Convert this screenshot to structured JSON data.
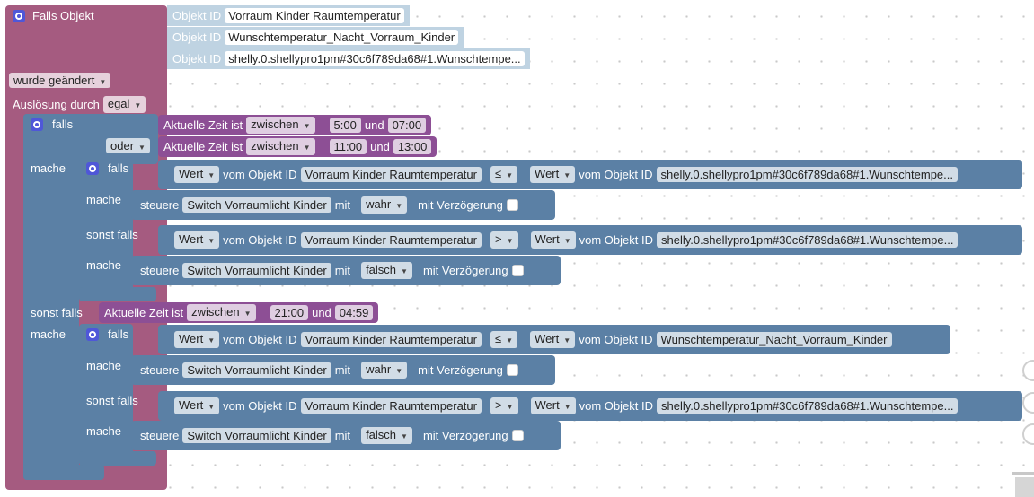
{
  "trigger": {
    "title": "Falls Objekt",
    "objekt_id_label": "Objekt ID",
    "object_ids": [
      "Vorraum Kinder Raumtemperatur",
      "Wunschtemperatur_Nacht_Vorraum_Kinder",
      "shelly.0.shellypro1pm#30c6f789da68#1.Wunschtempe..."
    ],
    "condition": "wurde geändert",
    "ausloesung_label": "Auslösung durch",
    "ausloesung_value": "egal"
  },
  "labels": {
    "falls": "falls",
    "oder": "oder",
    "mache": "mache",
    "sonst_falls": "sonst falls",
    "aktuelle_zeit_ist": "Aktuelle Zeit ist",
    "und": "und",
    "wert": "Wert",
    "vom_objekt_id": "vom Objekt ID",
    "steuere": "steuere",
    "mit": "mit",
    "mit_verzoegerung": "mit Verzögerung"
  },
  "time_conditions": [
    {
      "op": "zwischen",
      "from": "5:00",
      "to": "07:00"
    },
    {
      "op": "zwischen",
      "from": "11:00",
      "to": "13:00"
    },
    {
      "op": "zwischen",
      "from": "21:00",
      "to": "04:59"
    }
  ],
  "comparisons": [
    {
      "left_id": "Vorraum Kinder Raumtemperatur",
      "op": "≤",
      "right_id": "shelly.0.shellypro1pm#30c6f789da68#1.Wunschtempe..."
    },
    {
      "left_id": "Vorraum Kinder Raumtemperatur",
      "op": ">",
      "right_id": "shelly.0.shellypro1pm#30c6f789da68#1.Wunschtempe..."
    },
    {
      "left_id": "Vorraum Kinder Raumtemperatur",
      "op": "≤",
      "right_id": "Wunschtemperatur_Nacht_Vorraum_Kinder"
    },
    {
      "left_id": "Vorraum Kinder Raumtemperatur",
      "op": ">",
      "right_id": "shelly.0.shellypro1pm#30c6f789da68#1.Wunschtempe..."
    }
  ],
  "actions": [
    {
      "target": "Switch Vorraumlicht Kinder",
      "value": "wahr"
    },
    {
      "target": "Switch Vorraumlicht Kinder",
      "value": "falsch"
    },
    {
      "target": "Switch Vorraumlicht Kinder",
      "value": "wahr"
    },
    {
      "target": "Switch Vorraumlicht Kinder",
      "value": "falsch"
    }
  ],
  "colors": {
    "trigger": "#a55b80",
    "logic": "#5b80a5",
    "time": "#8d4f95",
    "object_id": "#bfd3e2"
  }
}
